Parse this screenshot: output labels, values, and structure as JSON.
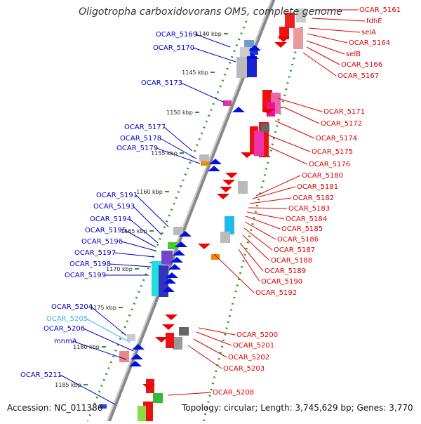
{
  "title": "Oligotropha carboxidovorans OM5, complete genome",
  "footer": {
    "accession": "Accession: NC_011386",
    "topology": "Topology: circular; Length: 3,745,629 bp; Genes: 3,770"
  },
  "scale": [
    "1140 kbp",
    "1145 kbp",
    "1150 kbp",
    "1155 kbp",
    "1160 kbp",
    "1165 kbp",
    "1170 kbp",
    "1175 kbp",
    "1180 kbp",
    "1185 kbp"
  ],
  "colors": {
    "reverse_label": "#0000cc",
    "forward_label": "#dd0000",
    "highlight_label": "#33bbee",
    "backbone": "#999999",
    "ruler_dots": "#229922"
  },
  "reverse_genes": [
    "OCAR_5169",
    "OCAR_5170",
    "OCAR_5173",
    "OCAR_5177",
    "OCAR_5178",
    "OCAR_5179",
    "OCAR_5191",
    "OCAR_5193",
    "OCAR_5194",
    "OCAR_5195",
    "OCAR_5196",
    "OCAR_5197",
    "OCAR_5198",
    "OCAR_5199",
    "OCAR_5204",
    "OCAR_5205",
    "OCAR_5206",
    "mnmA",
    "OCAR_5211"
  ],
  "forward_genes": [
    "OCAR_5161",
    "fdhE",
    "selA",
    "OCAR_5164",
    "selB",
    "OCAR_5166",
    "OCAR_5167",
    "OCAR_5171",
    "OCAR_5172",
    "OCAR_5174",
    "OCAR_5175",
    "OCAR_5176",
    "OCAR_5180",
    "OCAR_5181",
    "OCAR_5182",
    "OCAR_5183",
    "OCAR_5184",
    "OCAR_5185",
    "OCAR_5186",
    "OCAR_5187",
    "OCAR_5188",
    "OCAR_5189",
    "OCAR_5190",
    "OCAR_5192",
    "OCAR_5200",
    "OCAR_5201",
    "OCAR_5202",
    "OCAR_5203",
    "OCAR_5208"
  ]
}
